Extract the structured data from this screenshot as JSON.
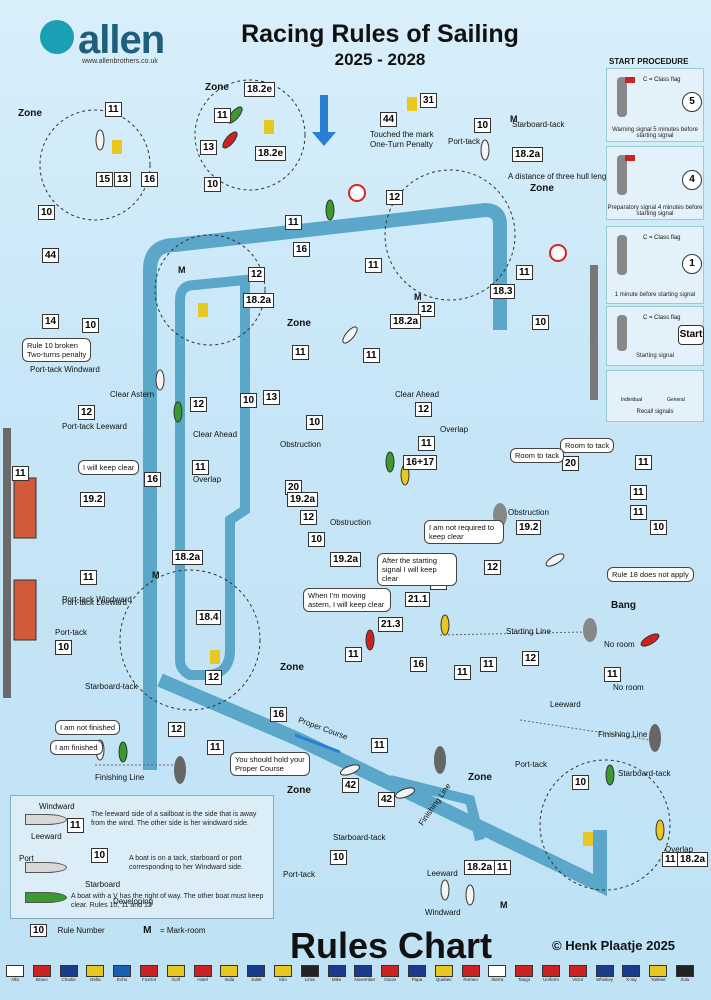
{
  "header": {
    "brand": "allen",
    "url": "www.allenbrothers.co.uk",
    "title": "Racing Rules of Sailing",
    "years": "2025 - 2028"
  },
  "footer": {
    "rules_chart": "Rules Chart",
    "copyright": "© Henk Plaatje 2025"
  },
  "start_procedure": {
    "title": "START PROCEDURE",
    "steps": [
      {
        "num": "5",
        "flag": "C = Class flag",
        "text": "Warning signal 5 minutes before starting signal"
      },
      {
        "num": "4",
        "flag": "",
        "text": "Preparatory signal 4 minutes before starting signal"
      },
      {
        "num": "1",
        "flag": "C = Class flag",
        "text": "1 minute before starting signal"
      },
      {
        "num": "Start",
        "flag": "C = Class flag",
        "text": "Starting signal"
      }
    ],
    "recall": "Recall signals",
    "recall_individual": "Individual",
    "recall_general": "General"
  },
  "zones": [
    "Zone",
    "Zone",
    "Zone",
    "Zone",
    "Zone",
    "Zone",
    "Zone"
  ],
  "rule_boxes": [
    {
      "t": "11"
    },
    {
      "t": "13"
    },
    {
      "t": "10"
    },
    {
      "t": "18.2e"
    },
    {
      "t": "13"
    },
    {
      "t": "11"
    },
    {
      "t": "15"
    },
    {
      "t": "16"
    },
    {
      "t": "10"
    },
    {
      "t": "44"
    },
    {
      "t": "31"
    },
    {
      "t": "10"
    },
    {
      "t": "18.2a"
    },
    {
      "t": "11"
    },
    {
      "t": "16"
    },
    {
      "t": "12"
    },
    {
      "t": "18.2a"
    },
    {
      "t": "11"
    },
    {
      "t": "12"
    },
    {
      "t": "11"
    },
    {
      "t": "18.3"
    },
    {
      "t": "10"
    },
    {
      "t": "18.2a"
    },
    {
      "t": "12"
    },
    {
      "t": "11"
    },
    {
      "t": "14"
    },
    {
      "t": "10"
    },
    {
      "t": "11"
    },
    {
      "t": "12"
    },
    {
      "t": "10"
    },
    {
      "t": "12"
    },
    {
      "t": "20"
    },
    {
      "t": "11"
    },
    {
      "t": "16+17"
    },
    {
      "t": "20"
    },
    {
      "t": "19.2a"
    },
    {
      "t": "12"
    },
    {
      "t": "19.2"
    },
    {
      "t": "10"
    },
    {
      "t": "19.2a"
    },
    {
      "t": "21.1"
    },
    {
      "t": "12"
    },
    {
      "t": "11"
    },
    {
      "t": "19.2"
    },
    {
      "t": "18.2a"
    },
    {
      "t": "11"
    },
    {
      "t": "18.4"
    },
    {
      "t": "10"
    },
    {
      "t": "11"
    },
    {
      "t": "12"
    },
    {
      "t": "21.3"
    },
    {
      "t": "11"
    },
    {
      "t": "16"
    },
    {
      "t": "11"
    },
    {
      "t": "12"
    },
    {
      "t": "12"
    },
    {
      "t": "11"
    },
    {
      "t": "11"
    },
    {
      "t": "11"
    },
    {
      "t": "11"
    },
    {
      "t": "42"
    },
    {
      "t": "42"
    },
    {
      "t": "10"
    },
    {
      "t": "10"
    },
    {
      "t": "18.2a"
    },
    {
      "t": "11"
    },
    {
      "t": "11"
    },
    {
      "t": "18.2a"
    },
    {
      "t": "11"
    },
    {
      "t": "11"
    },
    {
      "t": "10"
    },
    {
      "t": "12"
    }
  ],
  "labels": {
    "touched_mark": "Touched the mark",
    "one_turn": "One-Turn Penalty",
    "port_tack": "Port-tack",
    "starboard_tack": "Starboard-tack",
    "three_hull": "A distance of three hull lengths",
    "rule10_broken": "Rule 10 broken",
    "two_turns": "Two-turns penalty",
    "port_tack_windward": "Port-tack Windward",
    "port_tack_leeward": "Port-tack Leeward",
    "i_will_keep_clear": "I will keep clear",
    "clear_astern": "Clear Astern",
    "clear_ahead": "Clear Ahead",
    "overlap": "Overlap",
    "obstruction": "Obstruction",
    "overlap_label": "Overlap",
    "clear_ahead2": "Clear Ahead",
    "room_to_tack": "Room to tack",
    "i_am_not_required": "I am not required to keep clear",
    "after_starting": "After the starting signal I will keep clear",
    "when_moving": "When I'm moving astern, I will keep clear",
    "rule18": "Rule 18 does not apply",
    "bang": "Bang",
    "no_room": "No room",
    "starting_line": "Starting Line",
    "leeward": "Leeward",
    "i_am_not_finished": "I am not finished",
    "i_am_finished": "I am finished",
    "finishing_line": "Finishing Line",
    "proper_course": "Proper Course",
    "hold_proper": "You should hold your Proper Course",
    "windward": "Windward",
    "overlap2": "Overlap",
    "m": "M"
  },
  "legend": {
    "windward": "Windward",
    "leeward": "Leeward",
    "rule11_box": "11",
    "leeward_text": "The leeward side of a sailboat is the side that is away from the wind. The other side is her windward side.",
    "port": "Port",
    "starboard": "Starboard",
    "rule10_box": "10",
    "tack_text": "A boat is on a tack, starboard or port corresponding to her Windward side.",
    "right_of_way_text": "A boat with a V has the right of way. The other boat must keep clear. Rules 10, 11 and 12",
    "developing": "Developing",
    "rule_number": "Rule Number",
    "mark_room": "= Mark-room",
    "m": "M",
    "ten": "10"
  },
  "flags": [
    "Alfa",
    "Bravo",
    "Charlie",
    "Delta",
    "Echo",
    "Foxtrot",
    "Golf",
    "Hotel",
    "India",
    "Juliet",
    "Kilo",
    "Lima",
    "Mike",
    "November",
    "Oscar",
    "Papa",
    "Quebec",
    "Romeo",
    "Sierra",
    "Tango",
    "Uniform",
    "Victor",
    "Whiskey",
    "X-ray",
    "Yankee",
    "Zulu"
  ],
  "colors": {
    "course": "#5aa7c9",
    "boat_green": "#3a9a2e",
    "boat_red": "#cc2222",
    "boat_yellow": "#e8c820",
    "boat_white": "#f4f4f4",
    "accent": "#1d5f7c"
  }
}
